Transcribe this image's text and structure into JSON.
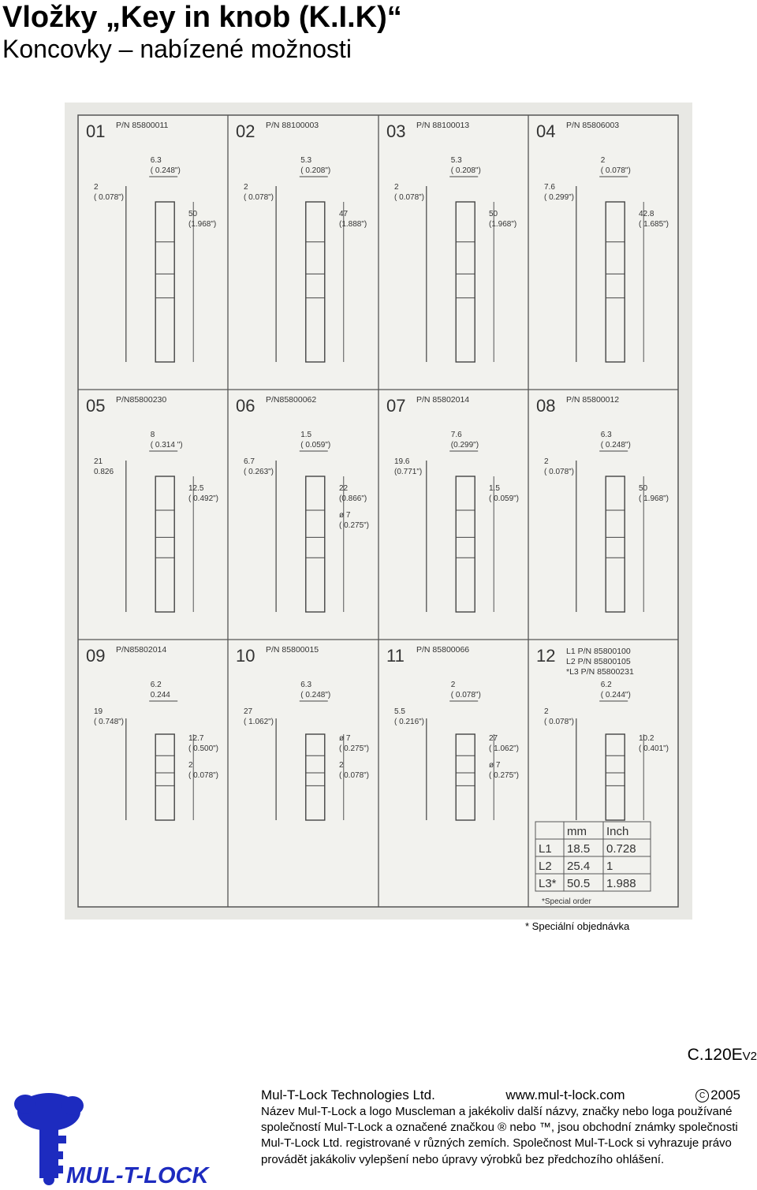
{
  "page": {
    "title": "Vložky „Key in knob (K.I.K)“",
    "subtitle": "Koncovky – nabízené možnosti",
    "special_note": "* Speciální objednávka",
    "doc_code_main": "C.120E",
    "doc_code_suffix": "V2"
  },
  "cells": [
    {
      "num": "01",
      "pn": "P/N 85800011",
      "dims": [
        "6.3",
        "( 0.248\")",
        "2",
        "( 0.078\")",
        "50",
        "(1.968\")"
      ]
    },
    {
      "num": "02",
      "pn": "P/N 88100003",
      "dims": [
        "5.3",
        "( 0.208\")",
        "2",
        "( 0.078\")",
        "47",
        "(1.888\")"
      ]
    },
    {
      "num": "03",
      "pn": "P/N 88100013",
      "dims": [
        "5.3",
        "( 0.208\")",
        "2",
        "( 0.078\")",
        "50",
        "(1.968\")"
      ]
    },
    {
      "num": "04",
      "pn": "P/N 85806003",
      "dims": [
        "2",
        "( 0.078\")",
        "7.6",
        "( 0.299\")",
        "42.8",
        "( 1.685\")"
      ]
    },
    {
      "num": "05",
      "pn": "P/N85800230",
      "dims": [
        "8",
        "( 0.314 \")",
        "21",
        "0.826",
        "12.5",
        "( 0.492\")"
      ]
    },
    {
      "num": "06",
      "pn": "P/N85800062",
      "dims": [
        "1.5",
        "( 0.059\")",
        "6.7",
        "( 0.263\")",
        "22",
        "(0.866\")",
        "ø 7",
        "( 0.275\")"
      ]
    },
    {
      "num": "07",
      "pn": "P/N 85802014",
      "dims": [
        "7.6",
        "(0.299\")",
        "19.6",
        "(0.771\")",
        "1.5",
        "( 0.059\")"
      ]
    },
    {
      "num": "08",
      "pn": "P/N 85800012",
      "dims": [
        "6.3",
        "( 0.248\")",
        "2",
        "( 0.078\")",
        "50",
        "( 1.968\")"
      ]
    },
    {
      "num": "09",
      "pn": "P/N85802014",
      "dims": [
        "6.2",
        "0.244",
        "19",
        "( 0.748\")",
        "12.7",
        "( 0.500\")",
        "2",
        "( 0.078\")"
      ]
    },
    {
      "num": "10",
      "pn": "P/N 85800015",
      "dims": [
        "6.3",
        "( 0.248\")",
        "27",
        "( 1.062\")",
        "ø 7",
        "( 0.275\")",
        "2",
        "( 0.078\")"
      ]
    },
    {
      "num": "11",
      "pn": "P/N 85800066",
      "dims": [
        "2",
        "( 0.078\")",
        "5.5",
        "( 0.216\")",
        "27",
        "( 1.062\")",
        "ø 7",
        "( 0.275\")"
      ]
    },
    {
      "num": "12",
      "pn_lines": [
        "L1 P/N 85800100",
        "L2 P/N 85800105",
        "*L3 P/N 85800231"
      ],
      "dims": [
        "6.2",
        "( 0.244\")",
        "2",
        "( 0.078\")",
        "10.2",
        "( 0.401\")"
      ]
    }
  ],
  "length_table": {
    "headers": [
      "",
      "mm",
      "Inch"
    ],
    "rows": [
      [
        "L1",
        "18.5",
        "0.728"
      ],
      [
        "L2",
        "25.4",
        "1"
      ],
      [
        "L3*",
        "50.5",
        "1.988"
      ]
    ],
    "note": "*Special order"
  },
  "footer": {
    "company": "Mul-T-Lock Technologies Ltd.",
    "website": "www.mul-t-lock.com",
    "copyright_symbol": "C",
    "year": "2005",
    "legal": "Název Mul-T-Lock a logo Muscleman a jakékoliv další názvy, značky nebo loga používané společností Mul-T-Lock a označené značkou ® nebo ™, jsou obchodní známky společnosti Mul-T-Lock Ltd. registrované v různých zemích. Společnost Mul-T-Lock si vyhrazuje právo provádět jakákoliv vylepšení nebo úpravy výrobků bez předchozího ohlášení."
  },
  "logo": {
    "text": "MUL-T-LOCK",
    "color": "#1d2bbf"
  }
}
